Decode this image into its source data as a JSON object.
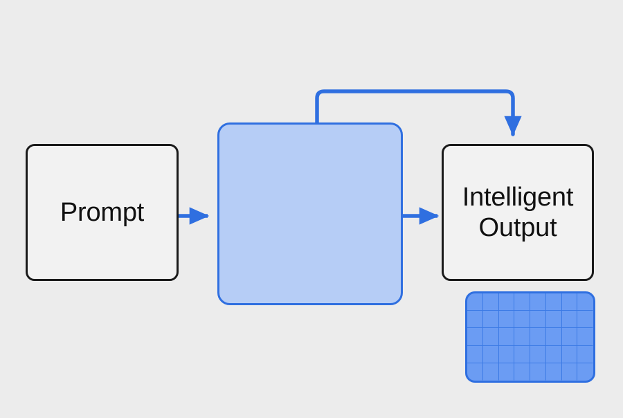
{
  "diagram": {
    "title": "Prompt to Intelligent Output flow with feedback loop",
    "background_color": "#ececec",
    "accent_color": "#2f6fe0",
    "nodes": [
      {
        "id": "prompt",
        "label": "Prompt",
        "shape": "rounded-rectangle",
        "fill": "#f2f2f2",
        "border_color": "#1a1a1a"
      },
      {
        "id": "model",
        "label": "",
        "shape": "rounded-square-chip",
        "fill": "#b6cdf6",
        "border_color": "#2f6fe0",
        "inner_grid": {
          "columns": 8,
          "rows": 5,
          "fill": "#6b9cf3",
          "line_color": "#3b7ae5"
        }
      },
      {
        "id": "output",
        "label": "Intelligent\nOutput",
        "line1": "Intelligent",
        "line2": "Output",
        "shape": "rounded-rectangle",
        "fill": "#f2f2f2",
        "border_color": "#1a1a1a"
      }
    ],
    "connectors": [
      {
        "id": "prompt-to-model",
        "from": "prompt",
        "to": "model",
        "style": "straight-arrow",
        "color": "#2f6fe0",
        "label": ""
      },
      {
        "id": "model-to-output",
        "from": "model",
        "to": "output",
        "style": "straight-arrow",
        "color": "#2f6fe0",
        "label": ""
      },
      {
        "id": "model-feedback-to-output",
        "from": "model",
        "to": "output",
        "style": "orthogonal-loop-arrow",
        "color": "#2f6fe0",
        "label": ""
      }
    ]
  }
}
